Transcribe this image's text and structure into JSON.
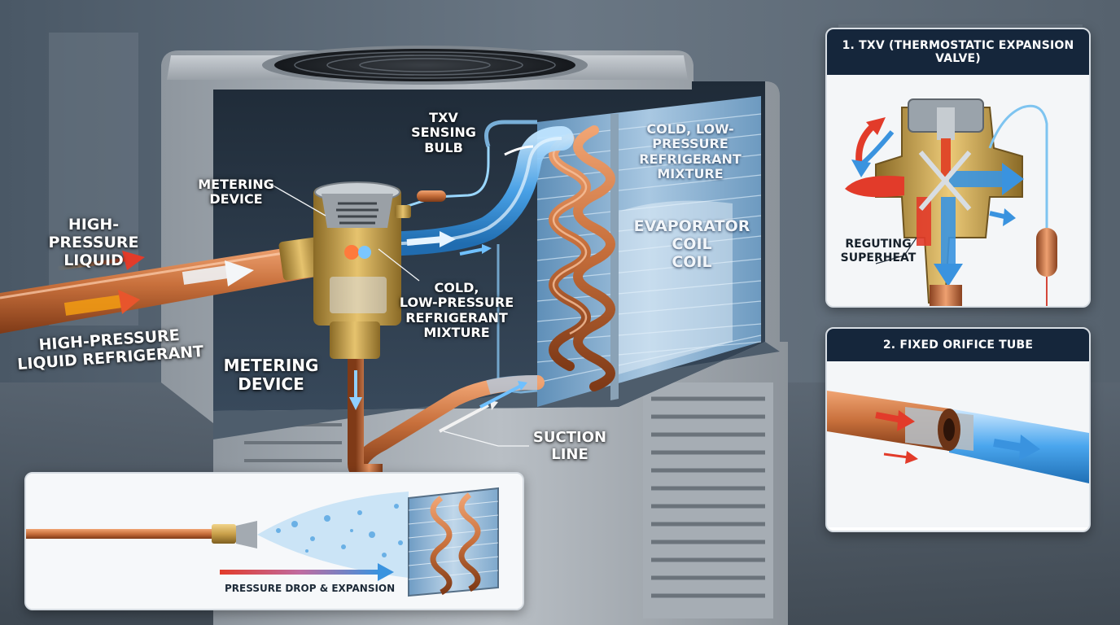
{
  "labels": {
    "txv_bulb": [
      "TXV",
      "SENSING",
      "BULB"
    ],
    "cold_top": [
      "COLD, LOW-PRESSURE",
      "REFRIGERANT",
      "MIXTURE"
    ],
    "evap": [
      "EVAPORATOR COIL",
      "COIL"
    ],
    "metering_top": [
      "METERING",
      "DEVICE"
    ],
    "hp_liquid": [
      "HIGH-PRESSURE",
      "LIQUID"
    ],
    "hp_refrigerant": [
      "HIGH-PRESSURE",
      "LIQUID REFRIGERANT"
    ],
    "metering_bottom": [
      "METERING",
      "DEVICE"
    ],
    "cold_mid": [
      "COLD,",
      "LOW-PRESSURE",
      "REFRIGERANT",
      "MIXTURE"
    ],
    "suction": [
      "SUCTION",
      "LINE"
    ]
  },
  "panels": {
    "txv": {
      "title": "1. TXV (THERMOSTATIC EXPANSION VALVE)",
      "note": [
        "REGUTING",
        "SUPERHEAT"
      ]
    },
    "orifice": {
      "title": "2. FIXED ORIFICE TUBE"
    },
    "bottom": {
      "caption": "PRESSURE DROP & EXPANSION"
    }
  },
  "colors": {
    "hot": "#d9542b",
    "cold": "#3b9be0",
    "copper": "#c8703c",
    "panel_header": "#15263b"
  }
}
